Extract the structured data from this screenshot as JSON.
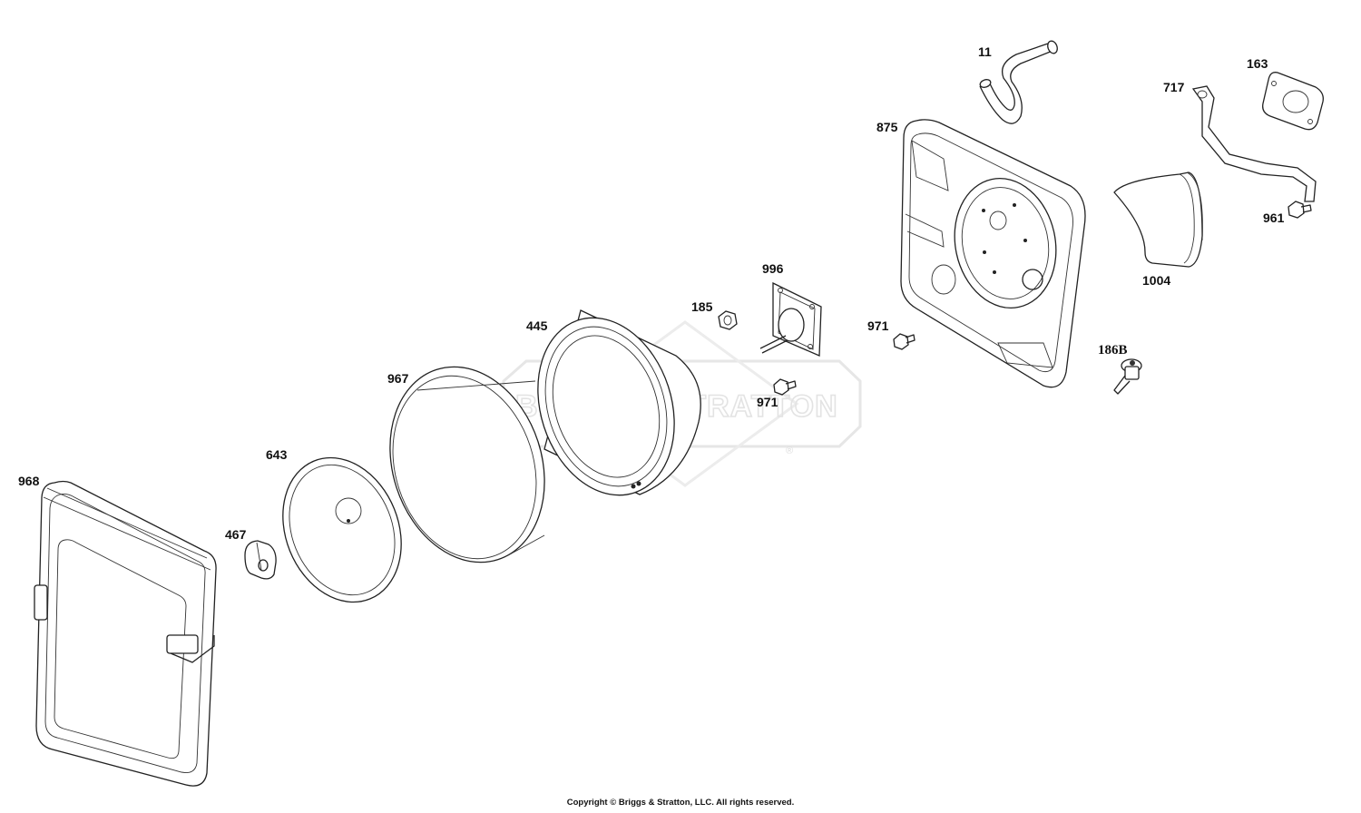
{
  "watermark": {
    "text": "BRIGGS&STRATTON",
    "registered": "®"
  },
  "parts": [
    {
      "id": "part-11",
      "label": "11"
    },
    {
      "id": "part-163",
      "label": "163"
    },
    {
      "id": "part-717",
      "label": "717"
    },
    {
      "id": "part-875",
      "label": "875"
    },
    {
      "id": "part-961",
      "label": "961"
    },
    {
      "id": "part-1004",
      "label": "1004"
    },
    {
      "id": "part-996",
      "label": "996"
    },
    {
      "id": "part-185",
      "label": "185"
    },
    {
      "id": "part-971a",
      "label": "971"
    },
    {
      "id": "part-971b",
      "label": "971"
    },
    {
      "id": "part-186b",
      "label": "186B"
    },
    {
      "id": "part-445",
      "label": "445"
    },
    {
      "id": "part-967",
      "label": "967"
    },
    {
      "id": "part-643",
      "label": "643"
    },
    {
      "id": "part-968",
      "label": "968"
    },
    {
      "id": "part-467",
      "label": "467"
    }
  ],
  "footer": {
    "copyright": "Copyright © Briggs & Stratton, LLC. All rights reserved."
  }
}
